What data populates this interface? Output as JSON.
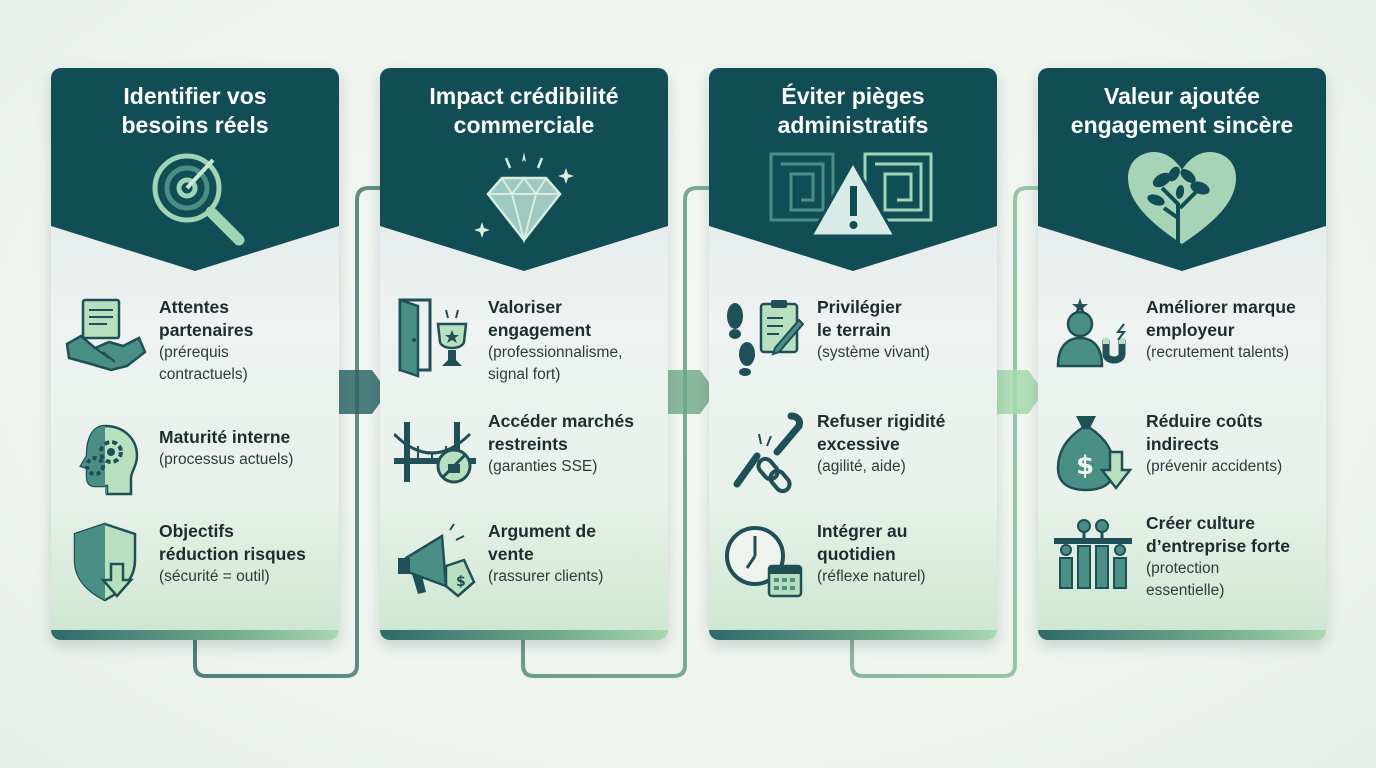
{
  "colors": {
    "header": "#114d55",
    "icon_dark": "#1f4f57",
    "icon_mid": "#4a8f86",
    "icon_light": "#b9e0be",
    "connector_start": "#3f6f6f",
    "connector_end": "#b5e3bc"
  },
  "cards": [
    {
      "title": "Identifier vos\nbesoins réels",
      "icon": "target-magnifier-icon",
      "items": [
        {
          "title": "Attentes\npartenaires",
          "sub": "(prérequis\ncontractuels)",
          "icon": "handshake-contract-icon"
        },
        {
          "title": "Maturité interne",
          "sub": "(processus actuels)",
          "icon": "head-gears-icon"
        },
        {
          "title": "Objectifs\nréduction risques",
          "sub": "(sécurité = outil)",
          "icon": "shield-down-arrow-icon"
        }
      ]
    },
    {
      "title": "Impact crédibilité\ncommerciale",
      "icon": "diamond-sparkle-icon",
      "items": [
        {
          "title": "Valoriser\nengagement",
          "sub": "(professionnalisme,\nsignal fort)",
          "icon": "door-trophy-icon"
        },
        {
          "title": "Accéder marchés\nrestreints",
          "sub": "(garanties SSE)",
          "icon": "bridge-lock-icon"
        },
        {
          "title": "Argument de\nvente",
          "sub": "(rassurer clients)",
          "icon": "megaphone-tag-icon"
        }
      ]
    },
    {
      "title": "Éviter pièges\nadministratifs",
      "icon": "maze-warning-icon",
      "items": [
        {
          "title": "Privilégier\nle terrain",
          "sub": "(système vivant)",
          "icon": "footprints-clipboard-icon"
        },
        {
          "title": "Refuser rigidité\nexcessive",
          "sub": "(agilité, aide)",
          "icon": "broken-chain-icon"
        },
        {
          "title": "Intégrer au\nquotidien",
          "sub": "(réflexe naturel)",
          "icon": "clock-calendar-icon"
        }
      ]
    },
    {
      "title": "Valeur ajoutée\nengagement sincère",
      "icon": "heart-tree-icon",
      "items": [
        {
          "title": "Améliorer marque\nemployeur",
          "sub": "(recrutement talents)",
          "icon": "person-magnet-icon"
        },
        {
          "title": "Réduire coûts\nindirects",
          "sub": "(prévenir accidents)",
          "icon": "money-bag-down-icon"
        },
        {
          "title": "Créer culture\nd’entreprise forte",
          "sub": "(protection\nessentielle)",
          "icon": "team-protection-icon"
        }
      ]
    }
  ]
}
